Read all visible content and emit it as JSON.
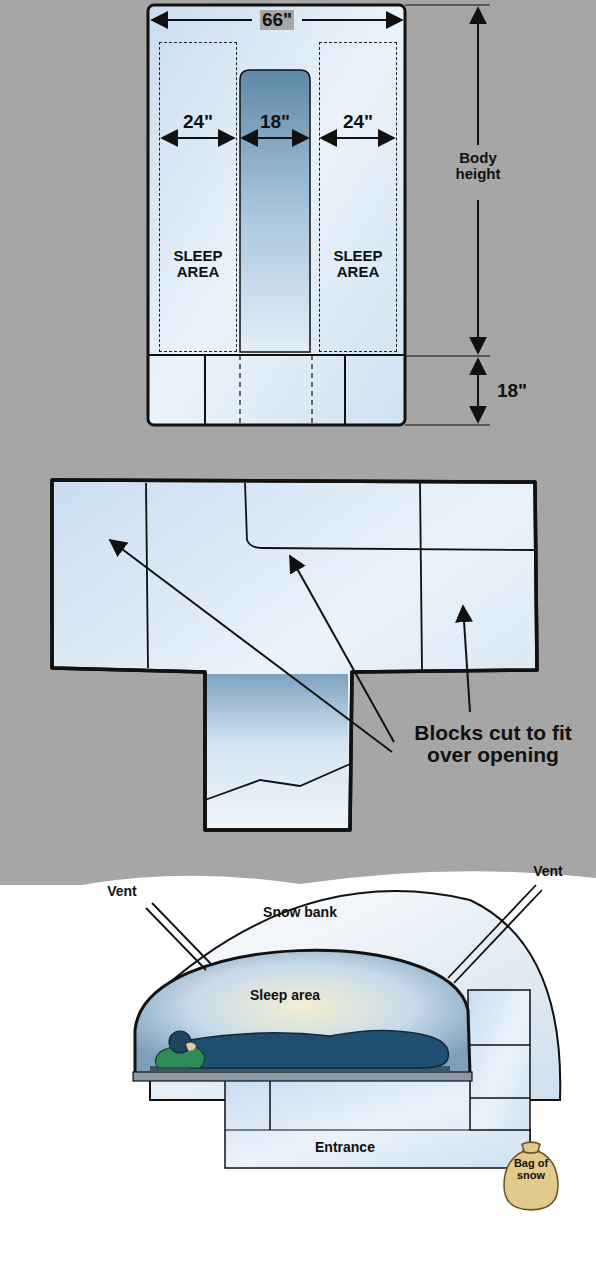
{
  "diagram": {
    "nodes": [
      {
        "text": [
          "SLEEP AREA"
        ]
      },
      {
        "text": [
          "SLEEP AREA"
        ]
      },
      {
        "text": [
          "Bag of snow"
        ]
      }
    ],
    "labels": [
      "66\"",
      "24\"",
      "18\"",
      "24\"",
      "Body height",
      "18\"",
      "Blocks cut to fit over opening",
      "Vent",
      "Snow bank",
      "Vent",
      "Sleep area",
      "Entrance"
    ]
  }
}
